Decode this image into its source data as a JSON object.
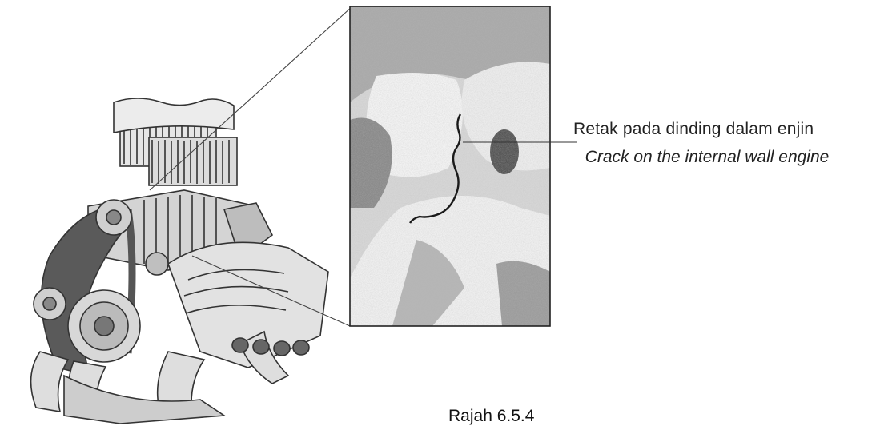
{
  "annotation": {
    "malay": "Retak pada dinding dalam enjin",
    "english": "Crack on the internal wall engine"
  },
  "caption": "Rajah 6.5.4",
  "icons": [
    "engine-illustration",
    "zoom-inset",
    "crack-line"
  ],
  "colors": {
    "ink": "#222222",
    "shade": "#9a9a9a",
    "paper": "#ffffff"
  }
}
